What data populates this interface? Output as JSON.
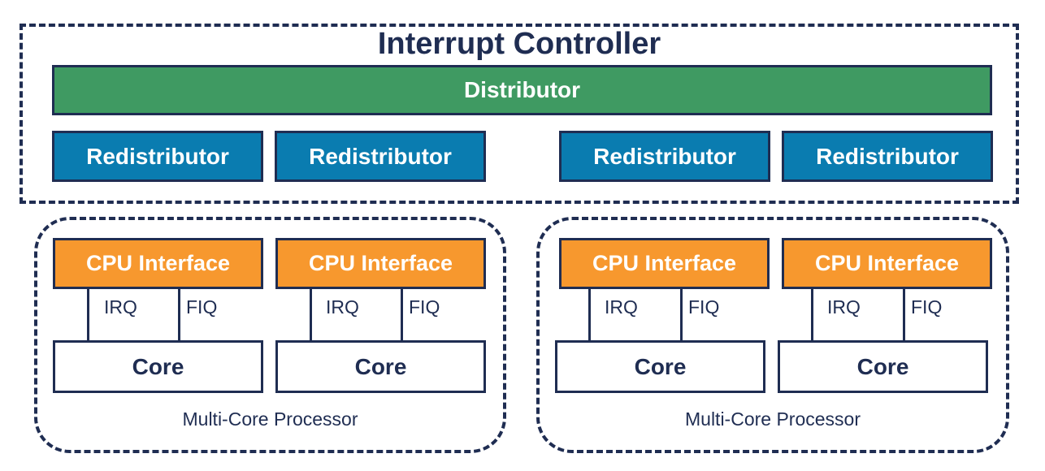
{
  "interrupt_controller": {
    "title": "Interrupt Controller",
    "distributor_label": "Distributor",
    "redistributors": [
      "Redistributor",
      "Redistributor",
      "Redistributor",
      "Redistributor"
    ]
  },
  "processors": [
    {
      "label": "Multi-Core Processor",
      "cores": [
        {
          "cpu_interface": "CPU Interface",
          "core": "Core",
          "irq": "IRQ",
          "fiq": "FIQ"
        },
        {
          "cpu_interface": "CPU Interface",
          "core": "Core",
          "irq": "IRQ",
          "fiq": "FIQ"
        }
      ]
    },
    {
      "label": "Multi-Core Processor",
      "cores": [
        {
          "cpu_interface": "CPU Interface",
          "core": "Core",
          "irq": "IRQ",
          "fiq": "FIQ"
        },
        {
          "cpu_interface": "CPU Interface",
          "core": "Core",
          "irq": "IRQ",
          "fiq": "FIQ"
        }
      ]
    }
  ],
  "colors": {
    "outline": "#1f2d52",
    "distributor": "#3f9a62",
    "redistributor": "#0a7cb0",
    "cpu_interface": "#f7982e"
  }
}
